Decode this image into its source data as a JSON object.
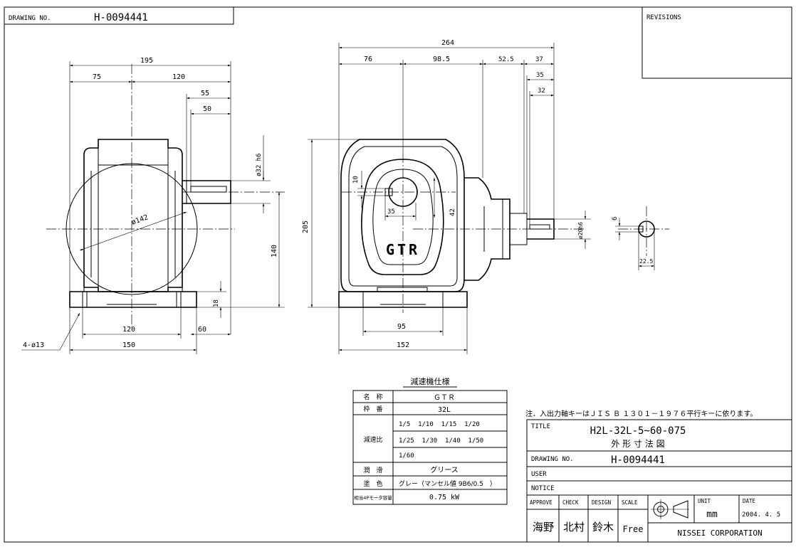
{
  "header": {
    "drawing_no_label": "DRAWING NO.",
    "drawing_no_value": "H-0094441",
    "revisions_label": "REVISIONS"
  },
  "front_view": {
    "dims": {
      "overall_width": "195",
      "left_half": "75",
      "right_half": "120",
      "shaft_len_outer": "55",
      "shaft_len_inner": "50",
      "shaft_dia": "ø32 h6",
      "body_dia": "ø142",
      "center_height": "140",
      "foot_thickness": "18",
      "bolt_pitch": "120",
      "foot_extra": "60",
      "foot_width": "150",
      "bolt_holes": "4-ø13"
    }
  },
  "side_view": {
    "mark": "GTR",
    "dims": {
      "overall_length": "264",
      "seg_76": "76",
      "seg_985": "98.5",
      "seg_525": "52.5",
      "seg_37": "37",
      "seg_35": "35",
      "seg_32": "32",
      "height": "205",
      "key_10": "10",
      "hole_35": "35",
      "hole_42": "42",
      "out_shaft_dia": "ø20h6",
      "foot_95": "95",
      "foot_152": "152"
    }
  },
  "key_section": {
    "key_width": "6",
    "key_depth": "22.5"
  },
  "spec_table": {
    "title": "減速機仕様",
    "rows": [
      {
        "label": "名　称",
        "value": "ＧＴＲ"
      },
      {
        "label": "枠　番",
        "value": "32L"
      },
      {
        "label": "減速比",
        "ratios": [
          "1/5  1/10  1/15  1/20",
          "1/25  1/30  1/40  1/50",
          "1/60"
        ]
      },
      {
        "label": "潤　滑",
        "value": "グリース"
      },
      {
        "label": "塗　色",
        "value": "グレー（マンセル値 9B6/0.5　）"
      },
      {
        "label": "相当4Pモータ容量",
        "value": "0.75 kW"
      }
    ]
  },
  "note": "注．入出力軸キーはＪＩＳ Ｂ １３０１－１９７６平行キーに依ります。",
  "title_block": {
    "title_label": "TITLE",
    "title_line1": "H2L-32L-5~60-075",
    "title_line2": "外 形 寸 法 図",
    "drawing_no_label": "DRAWING NO.",
    "drawing_no_value": "H-0094441",
    "user_label": "USER",
    "notice_label": "NOTICE",
    "approve_label": "APPROVE",
    "check_label": "CHECK",
    "design_label": "DESIGN",
    "scale_label": "SCALE",
    "approve_name": "海野",
    "check_name": "北村",
    "design_name": "鈴木",
    "scale_value": "Free",
    "unit_label": "UNIT",
    "unit_value": "mm",
    "date_label": "DATE",
    "date_value": "2004. 4. 5",
    "company": "NISSEI CORPORATION",
    "projection_symbol": "third-angle-projection-icon"
  }
}
